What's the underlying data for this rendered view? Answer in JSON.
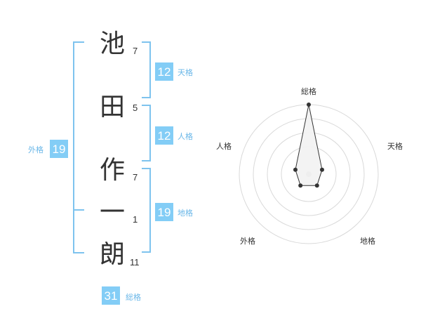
{
  "name": {
    "characters": [
      {
        "char": "池",
        "strokes": "7"
      },
      {
        "char": "田",
        "strokes": "5"
      },
      {
        "char": "作",
        "strokes": "7"
      },
      {
        "char": "一",
        "strokes": "1"
      },
      {
        "char": "朗",
        "strokes": "11"
      }
    ]
  },
  "fortunes": {
    "tenkaku": {
      "value": "12",
      "label": "天格"
    },
    "jinkaku": {
      "value": "12",
      "label": "人格"
    },
    "chikaku": {
      "value": "19",
      "label": "地格"
    },
    "gaikaku": {
      "value": "19",
      "label": "外格"
    },
    "soukaku": {
      "value": "31",
      "label": "総格"
    }
  },
  "radar": {
    "axes": [
      "総格",
      "天格",
      "地格",
      "外格",
      "人格"
    ],
    "levels": [
      5,
      1,
      1,
      1,
      1
    ],
    "max_level": 5
  },
  "colors": {
    "accent": "#83cdf6",
    "bracket": "#7ec3ee",
    "label": "#6ab7e8",
    "text": "#333333",
    "grid": "#d9d9d9",
    "polygon_fill": "#f2f2f2",
    "polygon_stroke": "#333333"
  }
}
